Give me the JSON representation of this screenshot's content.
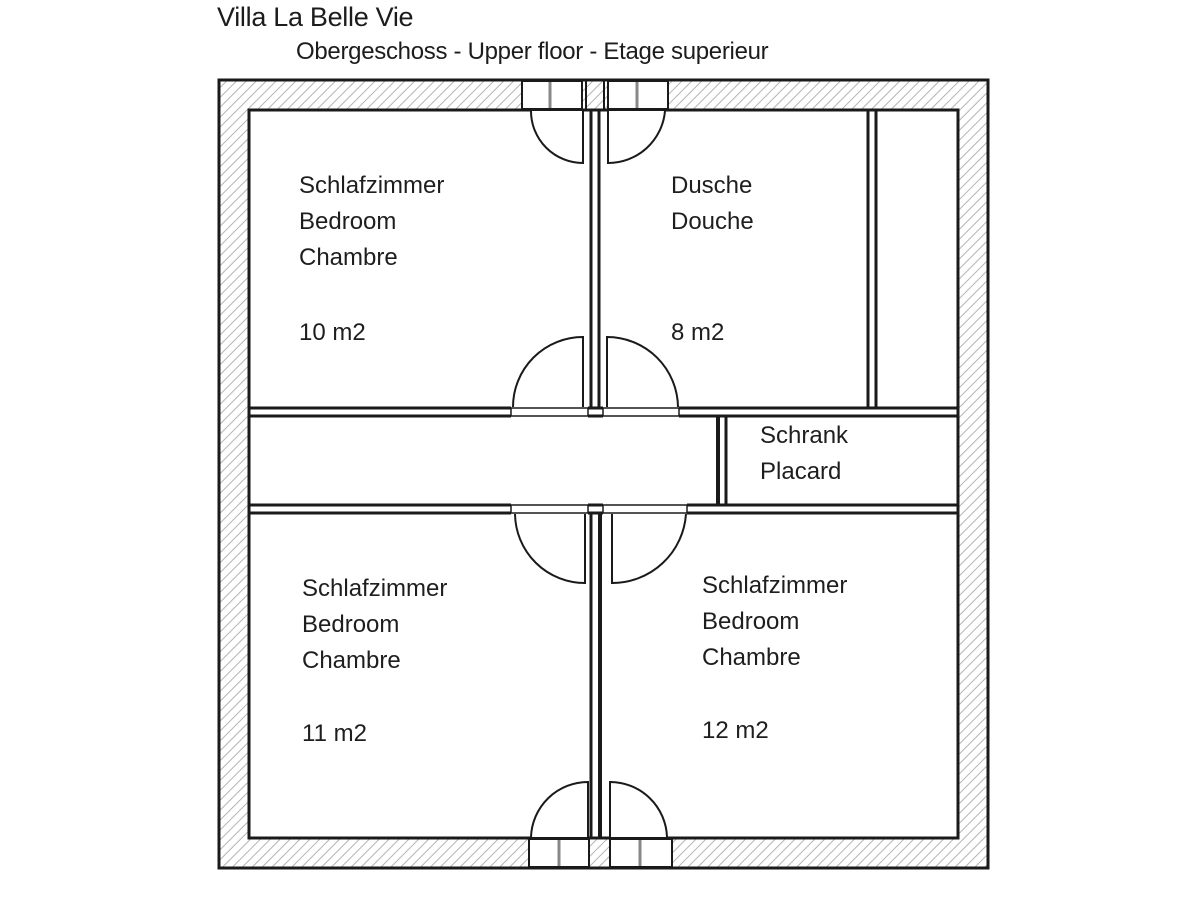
{
  "header": {
    "title": "Villa La Belle Vie",
    "subtitle": "Obergeschoss - Upper floor - Etage superieur"
  },
  "colors": {
    "wall_line": "#1a1a1a",
    "hatch": "#b8b8b8",
    "background": "#ffffff"
  },
  "rooms": [
    {
      "id": "bedroom-top-left",
      "lines": [
        "Schlafzimmer",
        "Bedroom",
        "Chambre"
      ],
      "area": "10 m2"
    },
    {
      "id": "shower",
      "lines": [
        "Dusche",
        "Douche"
      ],
      "area": "8 m2"
    },
    {
      "id": "closet",
      "lines": [
        "Schrank",
        "Placard"
      ],
      "area": ""
    },
    {
      "id": "bedroom-bottom-left",
      "lines": [
        "Schlafzimmer",
        "Bedroom",
        "Chambre"
      ],
      "area": "11 m2"
    },
    {
      "id": "bedroom-bottom-right",
      "lines": [
        "Schlafzimmer",
        "Bedroom",
        "Chambre"
      ],
      "area": "12 m2"
    }
  ]
}
